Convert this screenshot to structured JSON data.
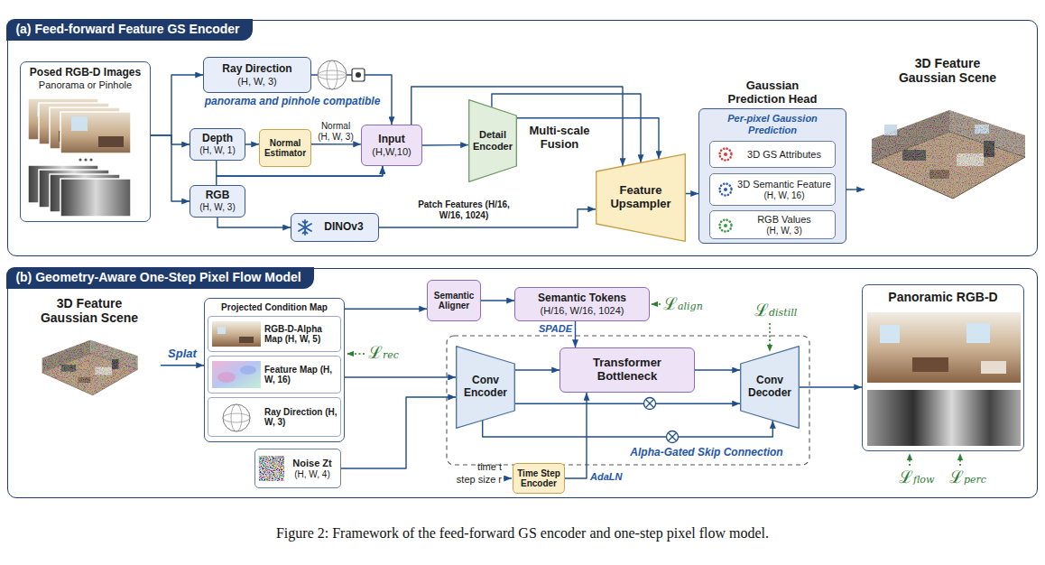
{
  "diagram": {
    "caption": "Figure 2: Framework of the feed-forward GS encoder and one-step pixel flow model.",
    "nodes": [
      {
        "text": [
          "(a) Feed-forward Feature GS Encoder"
        ]
      },
      {
        "text": [
          "Posed RGB-D Images",
          "Panorama or Pinhole"
        ],
        "in": 0
      },
      {
        "text": [
          "Ray Direction",
          "(H, W, 3)"
        ],
        "in": 0
      },
      {
        "text": [
          "Depth",
          "(H, W, 1)"
        ],
        "in": 0
      },
      {
        "text": [
          "Normal Estimator"
        ],
        "in": 0
      },
      {
        "text": [
          "RGB",
          "(H, W, 3)"
        ],
        "in": 0
      },
      {
        "text": [
          "Input",
          "(H,W,10)"
        ],
        "in": 0
      },
      {
        "text": [
          "DINOv3"
        ],
        "in": 0
      },
      {
        "text": [
          "Detail Encoder"
        ],
        "in": 0
      },
      {
        "text": [
          "Feature Upsampler"
        ],
        "in": 0
      },
      {
        "text": [
          "Gaussian Prediction Head",
          "Per-pixel Gaussion Prediction"
        ],
        "in": 0
      },
      {
        "text": [
          "3D GS Attributes"
        ],
        "in": 10
      },
      {
        "text": [
          "3D Semantic Feature",
          "(H, W, 16)"
        ],
        "in": 10
      },
      {
        "text": [
          "RGB Values",
          "(H, W, 3)"
        ],
        "in": 10
      },
      {
        "text": [
          "3D Feature Gaussian Scene"
        ],
        "in": 0
      },
      {
        "text": [
          "(b) Geometry-Aware One-Step Pixel Flow Model"
        ]
      },
      {
        "text": [
          "3D Feature Gaussian Scene"
        ],
        "in": 15
      },
      {
        "text": [
          "Projected Condition Map"
        ],
        "in": 15
      },
      {
        "text": [
          "RGB-D-Alpha Map (H, W, 5)"
        ],
        "in": 17
      },
      {
        "text": [
          "Feature Map (H, W, 16)"
        ],
        "in": 17
      },
      {
        "text": [
          "Ray Direction (H, W, 3)"
        ],
        "in": 17
      },
      {
        "text": [
          "Noise Zt",
          "(H, W, 4)"
        ],
        "in": 15
      },
      {
        "text": [
          "Semantic Aligner"
        ],
        "in": 15
      },
      {
        "text": [
          "Semantic Tokens",
          "(H/16, W/16, 1024)"
        ],
        "in": 15
      },
      {
        "text": [
          "Conv Encoder"
        ],
        "in": 15
      },
      {
        "text": [
          "Transformer Bottleneck"
        ],
        "in": 15
      },
      {
        "text": [
          "Conv Decoder"
        ],
        "in": 15
      },
      {
        "text": [
          "Time Step Encoder"
        ],
        "in": 15
      },
      {
        "text": [
          "Panoramic RGB-D"
        ],
        "in": 15
      }
    ],
    "edges": [
      {
        "from": 1,
        "to": 2,
        "arrow": "to"
      },
      {
        "from": 1,
        "to": 3,
        "arrow": "to"
      },
      {
        "from": 1,
        "to": 5,
        "arrow": "to"
      },
      {
        "from": 2,
        "to": 6,
        "arrow": "to"
      },
      {
        "from": 3,
        "to": 4,
        "arrow": "to"
      },
      {
        "from": 4,
        "to": 6,
        "label": "Normal (H, W, 3)",
        "arrow": "to"
      },
      {
        "from": 3,
        "to": 6,
        "arrow": "to"
      },
      {
        "from": 5,
        "to": 6,
        "arrow": "to"
      },
      {
        "from": 5,
        "to": 7,
        "arrow": "to"
      },
      {
        "from": 6,
        "to": 8,
        "arrow": "to"
      },
      {
        "from": 6,
        "to": 9,
        "arrow": "to"
      },
      {
        "from": 8,
        "to": 9,
        "arrow": "to"
      },
      {
        "from": 8,
        "to": 9,
        "arrow": "to"
      },
      {
        "from": 7,
        "to": 9,
        "label": "Patch Features (H/16, W/16, 1024)",
        "arrow": "to"
      },
      {
        "from": 9,
        "to": 10,
        "arrow": "to"
      },
      {
        "from": 10,
        "to": 14,
        "arrow": "to"
      },
      {
        "from": 16,
        "to": 17,
        "label": "Splat",
        "arrow": "to"
      },
      {
        "from": 17,
        "to": 22,
        "arrow": "to"
      },
      {
        "from": 22,
        "to": 23,
        "arrow": "to"
      },
      {
        "from": 23,
        "to": 25,
        "label": "SPADE",
        "arrow": "to"
      },
      {
        "from": 17,
        "to": 24,
        "arrow": "to"
      },
      {
        "from": 21,
        "to": 24,
        "arrow": "to"
      },
      {
        "from": 24,
        "to": 25,
        "arrow": "to"
      },
      {
        "from": 25,
        "to": 26,
        "arrow": "to"
      },
      {
        "from": 24,
        "to": 26,
        "arrow": "to"
      },
      {
        "from": 24,
        "to": 26,
        "arrow": "to"
      },
      {
        "from": 27,
        "to": 25,
        "label": "AdaLN",
        "arrow": "to"
      },
      {
        "from": 26,
        "to": 28,
        "arrow": "to"
      }
    ],
    "labels": [
      "panorama and pinhole compatible",
      "Multi-scale Fusion",
      "ℒrec",
      "ℒalign",
      "ℒdistill",
      "Alpha-Gated Skip Connection",
      "time t",
      "step size r",
      "ℒflow",
      "ℒperc"
    ]
  }
}
